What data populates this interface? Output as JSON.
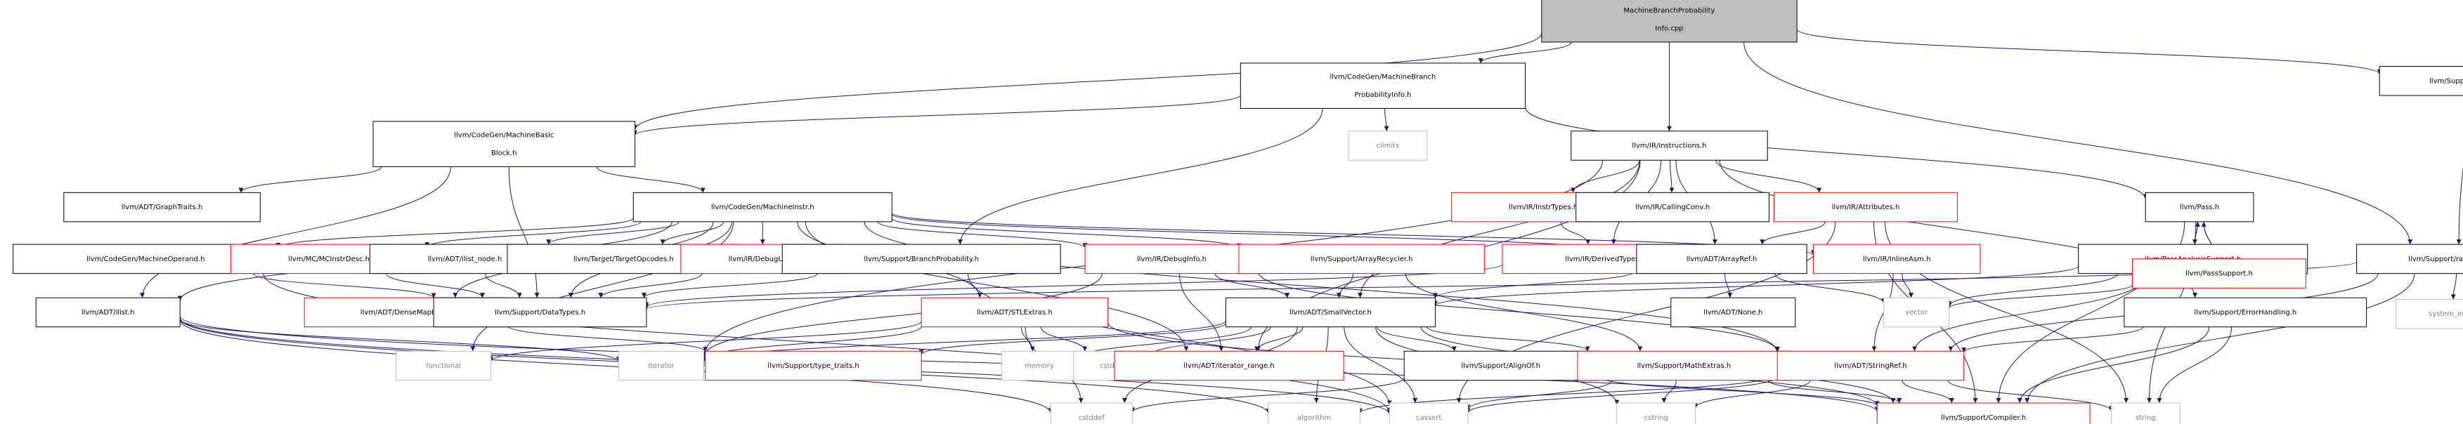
{
  "colors": {
    "edge": "#191970",
    "root_fill": "#bfbfbf",
    "node_border": "#000000",
    "linked_border": "#ff0000",
    "external_border": "#bfbfbf",
    "text": "#000000",
    "external_text": "#808080"
  },
  "nodes": [
    {
      "id": "root",
      "lines": [
        "MachineBranchProbability",
        "Info.cpp"
      ],
      "kind": "root"
    },
    {
      "id": "mbpi_h",
      "lines": [
        "llvm/CodeGen/MachineBranch",
        "ProbabilityInfo.h"
      ],
      "kind": "normal"
    },
    {
      "id": "debug_h",
      "lines": [
        "llvm/Support/Debug.h"
      ],
      "kind": "normal"
    },
    {
      "id": "mbb_h",
      "lines": [
        "llvm/CodeGen/MachineBasic",
        "Block.h"
      ],
      "kind": "normal"
    },
    {
      "id": "climits",
      "lines": [
        "climits"
      ],
      "kind": "external"
    },
    {
      "id": "instructions_h",
      "lines": [
        "llvm/IR/Instructions.h"
      ],
      "kind": "normal"
    },
    {
      "id": "graphtraits_h",
      "lines": [
        "llvm/ADT/GraphTraits.h"
      ],
      "kind": "normal"
    },
    {
      "id": "machineinstr_h",
      "lines": [
        "llvm/CodeGen/MachineInstr.h"
      ],
      "kind": "normal"
    },
    {
      "id": "instrtypes_h",
      "lines": [
        "llvm/IR/InstrTypes.h"
      ],
      "kind": "linked"
    },
    {
      "id": "callingconv_h",
      "lines": [
        "llvm/IR/CallingConv.h"
      ],
      "kind": "normal"
    },
    {
      "id": "attributes_h",
      "lines": [
        "llvm/IR/Attributes.h"
      ],
      "kind": "linked"
    },
    {
      "id": "pass_h",
      "lines": [
        "llvm/Pass.h"
      ],
      "kind": "normal"
    },
    {
      "id": "raw_ostream_h",
      "lines": [
        "llvm/Support/raw_ostream.h"
      ],
      "kind": "normal"
    },
    {
      "id": "machineoperand_h",
      "lines": [
        "llvm/CodeGen/MachineOperand.h"
      ],
      "kind": "normal"
    },
    {
      "id": "mcinstrdesc_h",
      "lines": [
        "llvm/MC/MCInstrDesc.h"
      ],
      "kind": "linked"
    },
    {
      "id": "ilist_node_h",
      "lines": [
        "llvm/ADT/ilist_node.h"
      ],
      "kind": "normal"
    },
    {
      "id": "targetopcodes_h",
      "lines": [
        "llvm/Target/TargetOpcodes.h"
      ],
      "kind": "normal"
    },
    {
      "id": "debugloc_h",
      "lines": [
        "llvm/IR/DebugLoc.h"
      ],
      "kind": "linked"
    },
    {
      "id": "branchprob_h",
      "lines": [
        "llvm/Support/BranchProbability.h"
      ],
      "kind": "normal"
    },
    {
      "id": "debuginfo_h",
      "lines": [
        "llvm/IR/DebugInfo.h"
      ],
      "kind": "linked"
    },
    {
      "id": "arrayrecycler_h",
      "lines": [
        "llvm/Support/ArrayRecycler.h"
      ],
      "kind": "linked"
    },
    {
      "id": "derivedtypes_h",
      "lines": [
        "llvm/IR/DerivedTypes.h"
      ],
      "kind": "linked"
    },
    {
      "id": "arrayref_h",
      "lines": [
        "llvm/ADT/ArrayRef.h"
      ],
      "kind": "normal"
    },
    {
      "id": "inlineasm_h",
      "lines": [
        "llvm/IR/InlineAsm.h"
      ],
      "kind": "linked"
    },
    {
      "id": "passanalysis_h",
      "lines": [
        "llvm/PassAnalysisSupport.h"
      ],
      "kind": "normal"
    },
    {
      "id": "passsupport_h",
      "lines": [
        "llvm/PassSupport.h"
      ],
      "kind": "linked"
    },
    {
      "id": "ilist_h",
      "lines": [
        "llvm/ADT/ilist.h"
      ],
      "kind": "normal"
    },
    {
      "id": "densemapinfo_h",
      "lines": [
        "llvm/ADT/DenseMapInfo.h"
      ],
      "kind": "linked"
    },
    {
      "id": "datatypes_h",
      "lines": [
        "llvm/Support/DataTypes.h"
      ],
      "kind": "normal"
    },
    {
      "id": "stlextras_h",
      "lines": [
        "llvm/ADT/STLExtras.h"
      ],
      "kind": "linked"
    },
    {
      "id": "smallvector_h",
      "lines": [
        "llvm/ADT/SmallVector.h"
      ],
      "kind": "normal"
    },
    {
      "id": "none_h",
      "lines": [
        "llvm/ADT/None.h"
      ],
      "kind": "normal"
    },
    {
      "id": "vector",
      "lines": [
        "vector"
      ],
      "kind": "external"
    },
    {
      "id": "errorhandling_h",
      "lines": [
        "llvm/Support/ErrorHandling.h"
      ],
      "kind": "normal"
    },
    {
      "id": "system_error",
      "lines": [
        "system_error"
      ],
      "kind": "external"
    },
    {
      "id": "functional",
      "lines": [
        "functional"
      ],
      "kind": "external"
    },
    {
      "id": "iterator",
      "lines": [
        "iterator"
      ],
      "kind": "external"
    },
    {
      "id": "type_traits_h",
      "lines": [
        "llvm/Support/type_traits.h"
      ],
      "kind": "linked"
    },
    {
      "id": "memory",
      "lines": [
        "memory"
      ],
      "kind": "external"
    },
    {
      "id": "cstdlib",
      "lines": [
        "cstdlib"
      ],
      "kind": "external"
    },
    {
      "id": "iterator_range_h",
      "lines": [
        "llvm/ADT/iterator_range.h"
      ],
      "kind": "linked"
    },
    {
      "id": "alignof_h",
      "lines": [
        "llvm/Support/AlignOf.h"
      ],
      "kind": "normal"
    },
    {
      "id": "mathextras_h",
      "lines": [
        "llvm/Support/MathExtras.h"
      ],
      "kind": "linked"
    },
    {
      "id": "stringref_h",
      "lines": [
        "llvm/ADT/StringRef.h"
      ],
      "kind": "linked"
    },
    {
      "id": "cstddef",
      "lines": [
        "cstddef"
      ],
      "kind": "external"
    },
    {
      "id": "algorithm",
      "lines": [
        "algorithm"
      ],
      "kind": "external"
    },
    {
      "id": "cassert",
      "lines": [
        "cassert"
      ],
      "kind": "external"
    },
    {
      "id": "cstring",
      "lines": [
        "cstring"
      ],
      "kind": "external"
    },
    {
      "id": "compiler_h",
      "lines": [
        "llvm/Support/Compiler.h"
      ],
      "kind": "linked"
    },
    {
      "id": "string",
      "lines": [
        "string"
      ],
      "kind": "external"
    }
  ],
  "edges": [
    [
      "root",
      "mbpi_h"
    ],
    [
      "root",
      "mbb_h"
    ],
    [
      "root",
      "instructions_h"
    ],
    [
      "root",
      "debug_h"
    ],
    [
      "root",
      "raw_ostream_h"
    ],
    [
      "mbpi_h",
      "mbb_h"
    ],
    [
      "mbpi_h",
      "climits"
    ],
    [
      "mbpi_h",
      "pass_h"
    ],
    [
      "mbpi_h",
      "branchprob_h"
    ],
    [
      "debug_h",
      "raw_ostream_h"
    ],
    [
      "mbb_h",
      "graphtraits_h"
    ],
    [
      "mbb_h",
      "machineinstr_h"
    ],
    [
      "mbb_h",
      "datatypes_h"
    ],
    [
      "mbb_h",
      "ilist_h"
    ],
    [
      "instructions_h",
      "instrtypes_h"
    ],
    [
      "instructions_h",
      "callingconv_h"
    ],
    [
      "instructions_h",
      "attributes_h"
    ],
    [
      "instructions_h",
      "derivedtypes_h"
    ],
    [
      "instructions_h",
      "arrayref_h"
    ],
    [
      "instructions_h",
      "smallvector_h"
    ],
    [
      "instructions_h",
      "iterator_range_h"
    ],
    [
      "instructions_h",
      "errorhandling_h"
    ],
    [
      "instructions_h",
      "iterator"
    ],
    [
      "machineinstr_h",
      "machineoperand_h"
    ],
    [
      "machineinstr_h",
      "mcinstrdesc_h"
    ],
    [
      "machineinstr_h",
      "ilist_node_h"
    ],
    [
      "machineinstr_h",
      "targetopcodes_h"
    ],
    [
      "machineinstr_h",
      "debugloc_h"
    ],
    [
      "machineinstr_h",
      "debuginfo_h"
    ],
    [
      "machineinstr_h",
      "arrayrecycler_h"
    ],
    [
      "machineinstr_h",
      "inlineasm_h"
    ],
    [
      "machineinstr_h",
      "arrayref_h"
    ],
    [
      "machineinstr_h",
      "stlextras_h"
    ],
    [
      "machineinstr_h",
      "densemapinfo_h"
    ],
    [
      "machineinstr_h",
      "iterator_range_h"
    ],
    [
      "machineinstr_h",
      "stringref_h"
    ],
    [
      "machineinstr_h",
      "datatypes_h"
    ],
    [
      "machineinstr_h",
      "ilist_h"
    ],
    [
      "machineinstr_h",
      "functional"
    ],
    [
      "attributes_h",
      "arrayref_h"
    ],
    [
      "attributes_h",
      "compiler_h"
    ],
    [
      "attributes_h",
      "string"
    ],
    [
      "attributes_h",
      "cassert"
    ],
    [
      "instrtypes_h",
      "derivedtypes_h"
    ],
    [
      "pass_h",
      "passanalysis_h"
    ],
    [
      "pass_h",
      "passsupport_h"
    ],
    [
      "pass_h",
      "string"
    ],
    [
      "pass_h",
      "compiler_h"
    ],
    [
      "passanalysis_h",
      "pass_h"
    ],
    [
      "passsupport_h",
      "pass_h"
    ],
    [
      "passanalysis_h",
      "smallvector_h"
    ],
    [
      "passanalysis_h",
      "stringref_h"
    ],
    [
      "passanalysis_h",
      "vector"
    ],
    [
      "passsupport_h",
      "vector"
    ],
    [
      "raw_ostream_h",
      "stringref_h"
    ],
    [
      "raw_ostream_h",
      "compiler_h"
    ],
    [
      "raw_ostream_h",
      "datatypes_h"
    ],
    [
      "raw_ostream_h",
      "system_error"
    ],
    [
      "machineoperand_h",
      "datatypes_h"
    ],
    [
      "machineoperand_h",
      "cassert"
    ],
    [
      "mcinstrdesc_h",
      "datatypes_h"
    ],
    [
      "ilist_node_h",
      "datatypes_h"
    ],
    [
      "debugloc_h",
      "datatypes_h"
    ],
    [
      "branchprob_h",
      "datatypes_h"
    ],
    [
      "branchprob_h",
      "cassert"
    ],
    [
      "debuginfo_h",
      "smallvector_h"
    ],
    [
      "debuginfo_h",
      "stringref_h"
    ],
    [
      "debuginfo_h",
      "iterator_range_h"
    ],
    [
      "debuginfo_h",
      "iterator"
    ],
    [
      "arrayrecycler_h",
      "smallvector_h"
    ],
    [
      "arrayrecycler_h",
      "mathextras_h"
    ],
    [
      "derivedtypes_h",
      "datatypes_h"
    ],
    [
      "arrayref_h",
      "none_h"
    ],
    [
      "arrayref_h",
      "smallvector_h"
    ],
    [
      "arrayref_h",
      "vector"
    ],
    [
      "inlineasm_h",
      "stringref_h"
    ],
    [
      "inlineasm_h",
      "vector"
    ],
    [
      "ilist_h",
      "iterator"
    ],
    [
      "ilist_h",
      "algorithm"
    ],
    [
      "ilist_h",
      "cassert"
    ],
    [
      "ilist_h",
      "cstddef"
    ],
    [
      "ilist_h",
      "compiler_h"
    ],
    [
      "densemapinfo_h",
      "type_traits_h"
    ],
    [
      "stlextras_h",
      "iterator"
    ],
    [
      "stlextras_h",
      "memory"
    ],
    [
      "stlextras_h",
      "cstdlib"
    ],
    [
      "stlextras_h",
      "cstddef"
    ],
    [
      "stlextras_h",
      "functional"
    ],
    [
      "stlextras_h",
      "compiler_h"
    ],
    [
      "smallvector_h",
      "iterator"
    ],
    [
      "smallvector_h",
      "type_traits_h"
    ],
    [
      "smallvector_h",
      "memory"
    ],
    [
      "smallvector_h",
      "cstdlib"
    ],
    [
      "smallvector_h",
      "iterator_range_h"
    ],
    [
      "smallvector_h",
      "alignof_h"
    ],
    [
      "smallvector_h",
      "mathextras_h"
    ],
    [
      "smallvector_h",
      "compiler_h"
    ],
    [
      "smallvector_h",
      "algorithm"
    ],
    [
      "smallvector_h",
      "cassert"
    ],
    [
      "smallvector_h",
      "cstddef"
    ],
    [
      "smallvector_h",
      "cstring"
    ],
    [
      "errorhandling_h",
      "stringref_h"
    ],
    [
      "errorhandling_h",
      "compiler_h"
    ],
    [
      "errorhandling_h",
      "string"
    ],
    [
      "alignof_h",
      "compiler_h"
    ],
    [
      "alignof_h",
      "cstddef"
    ],
    [
      "mathextras_h",
      "compiler_h"
    ],
    [
      "mathextras_h",
      "cassert"
    ],
    [
      "mathextras_h",
      "cstring"
    ],
    [
      "stringref_h",
      "compiler_h"
    ],
    [
      "stringref_h",
      "algorithm"
    ],
    [
      "stringref_h",
      "cassert"
    ],
    [
      "stringref_h",
      "cstring"
    ],
    [
      "stringref_h",
      "string"
    ]
  ]
}
